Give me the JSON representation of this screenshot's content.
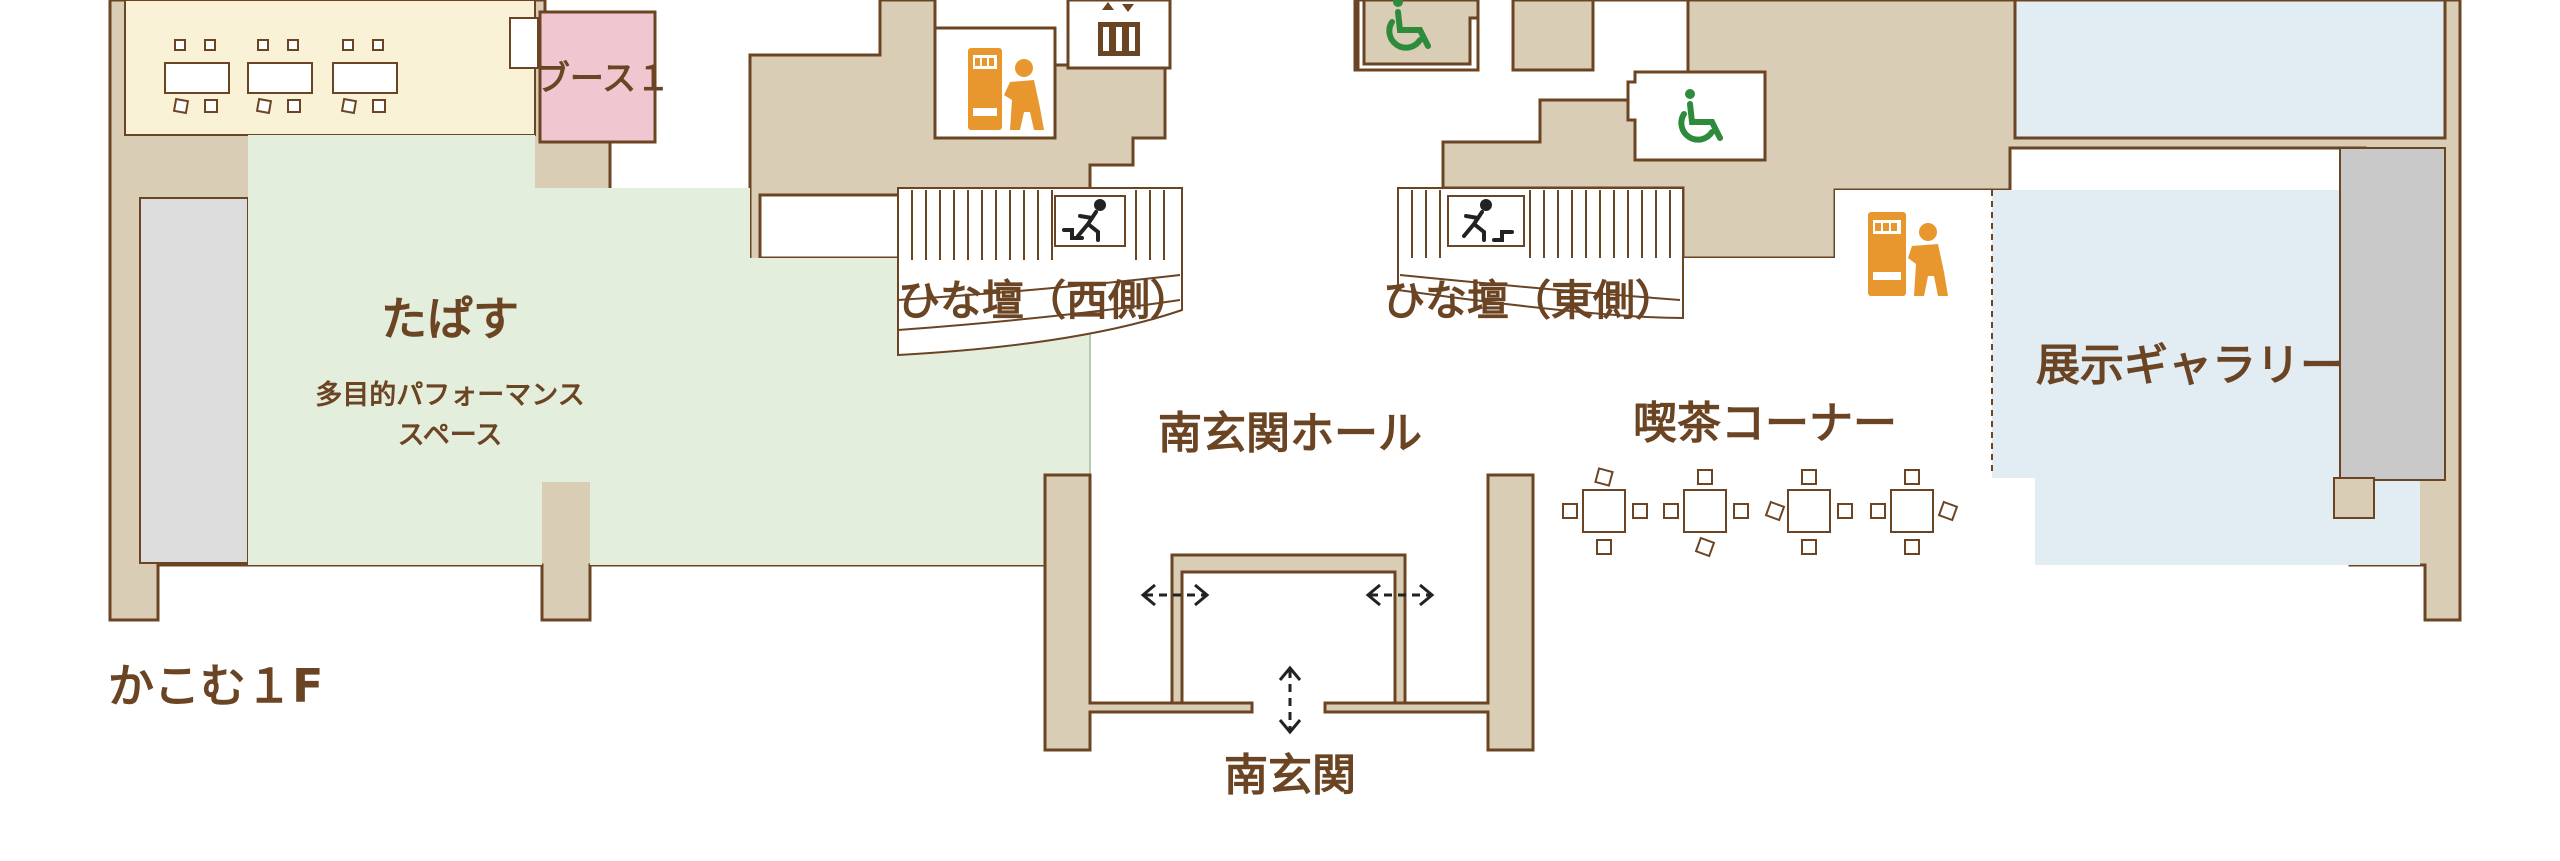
{
  "floor_label": "かこむ１F",
  "rooms": {
    "booth1": "ブース１",
    "tapasu_title": "たぱす",
    "tapasu_sub_line1": "多目的パフォーマンス",
    "tapasu_sub_line2": "スペース",
    "hinadan_west": "ひな壇（西側）",
    "hinadan_east": "ひな壇（東側）",
    "south_hall": "南玄関ホール",
    "cafe": "喫茶コーナー",
    "gallery": "展示ギャラリー",
    "south_entrance": "南玄関"
  },
  "colors": {
    "text": "#6b4423",
    "wall": "#d9cdb5",
    "tapasu": "#e4eedd",
    "workspace": "#faf2d6",
    "booth": "#f0c7d1",
    "gallery": "#e2edf3",
    "storage": "#c9c9c9",
    "icon_orange": "#e8972e",
    "icon_green": "#2e8b3c"
  },
  "icons": [
    "elevator-icon",
    "vending-machine-icon",
    "wheelchair-icon",
    "emergency-exit-icon",
    "door-arrow-icon"
  ]
}
